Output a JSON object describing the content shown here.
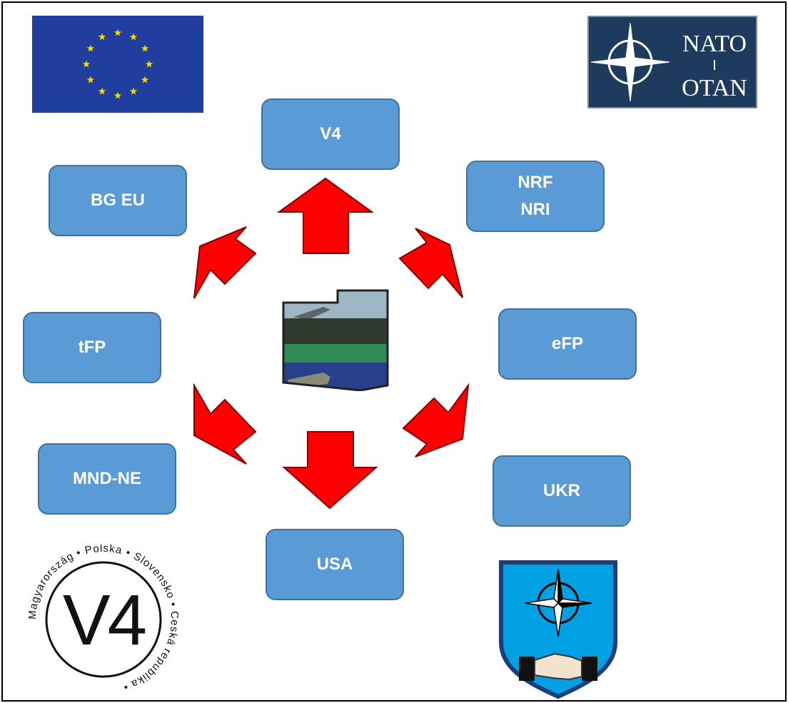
{
  "colors": {
    "node_fill": "#5b9bd5",
    "node_stroke": "#41719c",
    "node_text": "#ffffff",
    "arrow_fill": "#ff0000",
    "arrow_stroke": "#7f0000",
    "eu_blue": "#1f3e9e",
    "eu_star": "#ffd800",
    "nato_navy": "#1e3a5c",
    "shield_blue": "#00a0e3"
  },
  "nodes": {
    "v4": [
      "V4"
    ],
    "nrf": [
      "NRF",
      "NRI"
    ],
    "bg_eu": [
      "BG EU"
    ],
    "tfp": [
      "tFP"
    ],
    "efp": [
      "eFP"
    ],
    "mnd_ne": [
      "MND-NE"
    ],
    "ukr": [
      "UKR"
    ],
    "usa": [
      "USA"
    ]
  },
  "logos": {
    "nato": {
      "line1": "NATO",
      "line2": "OTAN"
    },
    "v4_seal": {
      "center": "V4",
      "ring": "Magyarország • Polska • Slovensko • Česká republika •"
    }
  }
}
